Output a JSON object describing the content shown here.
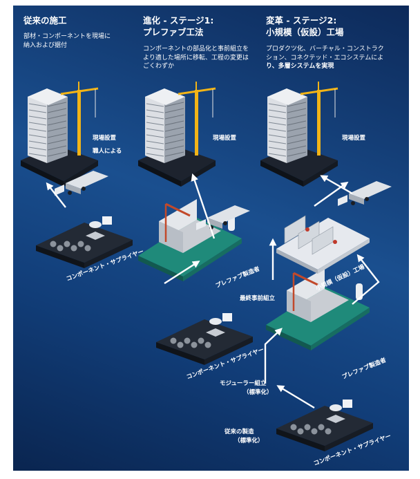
{
  "columns": [
    {
      "heading": [
        "従来の施工"
      ],
      "desc": [
        "部材・コンポーネントを現場に",
        "納入および据付"
      ]
    },
    {
      "heading": [
        "進化 - ステージ1:",
        "プレファブ工法"
      ],
      "desc": [
        "コンポーネントの部品化と事前組立を",
        "より適した場所に移転、工程の変更は",
        "ごくわずか"
      ]
    },
    {
      "heading": [
        "変革 - ステージ2:",
        "小規模（仮設）工場"
      ],
      "desc": [
        "プロダクツ化、バーチャル・コンストラク",
        "ション、コネクテッド・エコシステムによ",
        "り、多層システムを実現"
      ]
    }
  ],
  "labels": {
    "onsite": "現場設置",
    "craftsman": "職人による",
    "supplier": "コンポーネント・サプライヤー",
    "prefab": "プレファブ製造者",
    "mini_factory": "小規模（仮設）工場",
    "final_assembly": "最終事前組立",
    "modular_1": "モジューラー組立",
    "modular_2": "（標準化）",
    "traditional_1": "従来の製造",
    "traditional_2": "（標準化）"
  },
  "colors": {
    "background": "#1a4f8f",
    "crane": "#f2b417",
    "prefab_floor": "#1f8a7a",
    "arrow": "#ffffff"
  }
}
